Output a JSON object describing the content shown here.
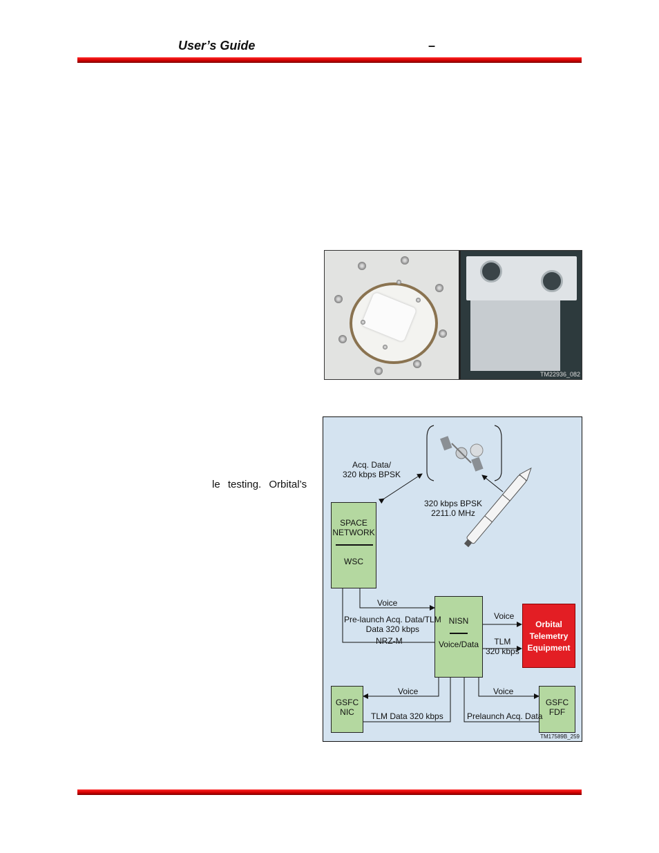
{
  "header": {
    "title": "User’s Guide",
    "dash": "–"
  },
  "body_fragment": "le testing.  Orbital’s",
  "photo": {
    "id_label": "TM22936_082"
  },
  "diagram": {
    "id_label": "TM17589B_259",
    "acq_link": [
      "Acq. Data/",
      "320 kbps BPSK"
    ],
    "downlink": [
      "320 kbps BPSK",
      "2211.0 MHz"
    ],
    "space_network": {
      "top": [
        "SPACE",
        "NETWORK"
      ],
      "bottom": "WSC"
    },
    "nisn": {
      "top": "NISN",
      "bottom": "Voice/Data"
    },
    "orbital": [
      "Orbital",
      "Telemetry",
      "Equipment"
    ],
    "gsfc_nic": [
      "GSFC",
      "NIC"
    ],
    "gsfc_fdf": [
      "GSFC",
      "FDF"
    ],
    "links": {
      "voice_wsc": "Voice",
      "prelaunch_tlm": [
        "Pre-launch Acq. Data/TLM",
        "Data 320 kbps"
      ],
      "nrz": "NRZ-M",
      "voice_orbital": "Voice",
      "tlm": [
        "TLM",
        "320 kbps"
      ],
      "voice_nic": "Voice",
      "tlm_data_nic": "TLM Data 320 kbps",
      "voice_fdf": "Voice",
      "prelaunch_fdf": "Prelaunch Acq. Data"
    }
  }
}
